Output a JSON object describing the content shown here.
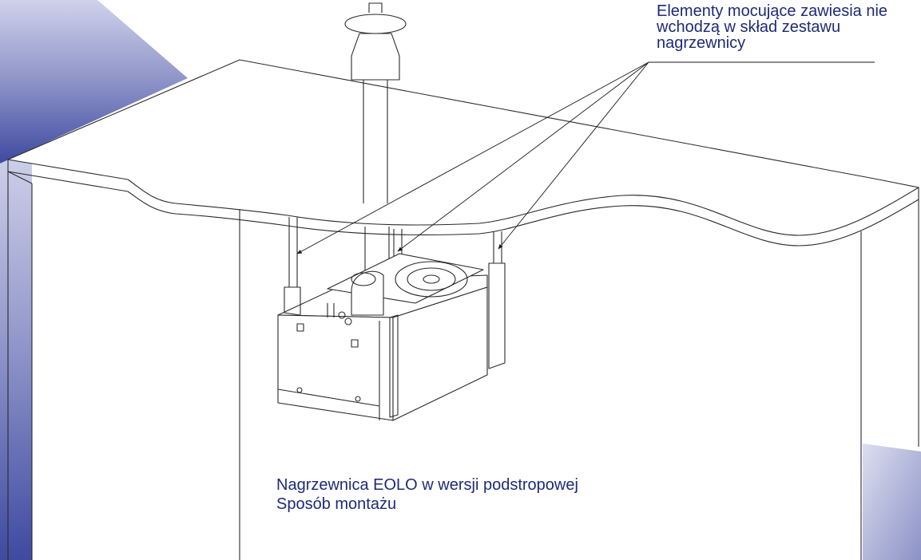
{
  "callout": {
    "lines": [
      "Elementy mocujące zawiesia nie",
      "wchodzą w skład zestawu",
      "nagrzewnicy"
    ]
  },
  "caption": {
    "title": "Nagrzewnica EOLO w wersji podstropowej",
    "subtitle": "Sposób montażu"
  },
  "colors": {
    "text": "#1e2a78",
    "line": "#2a2a2a",
    "background_accent": "#4a56a8"
  }
}
